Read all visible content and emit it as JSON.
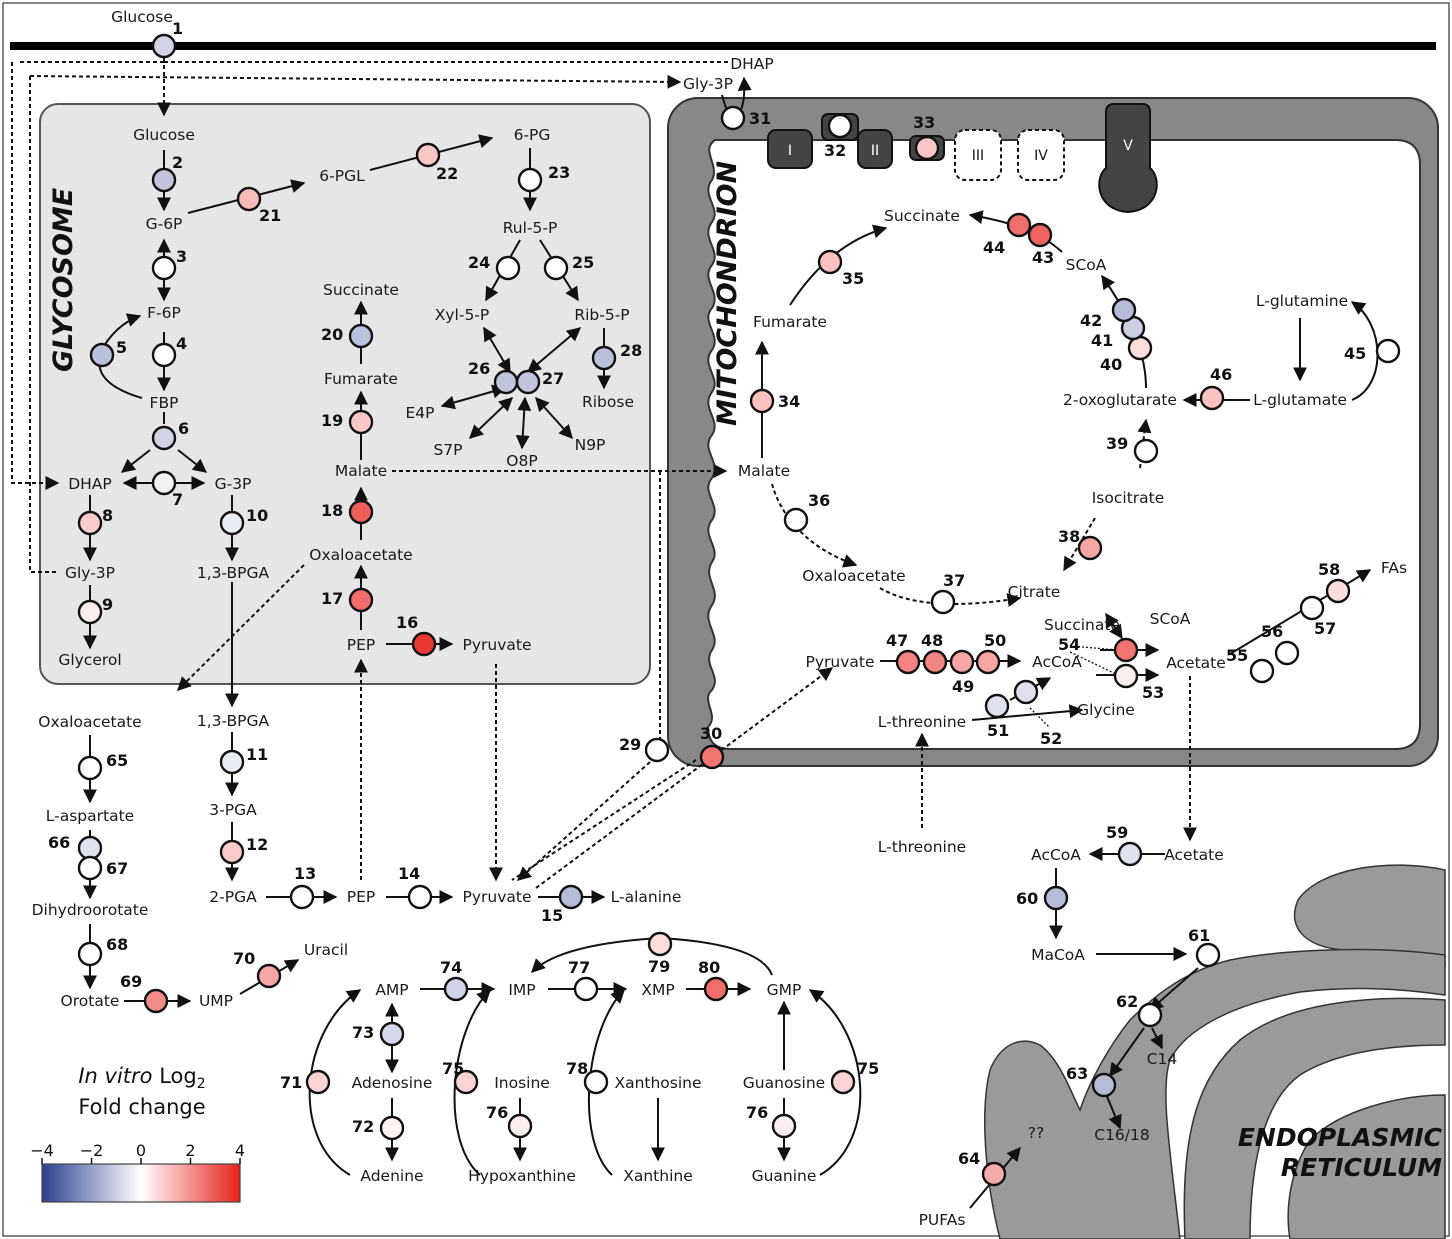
{
  "compartments": {
    "glycosome": "GLYCOSOME",
    "mitochondrion": "MITOCHONDRION",
    "er": [
      "ENDOPLASMIC",
      "RETICULUM"
    ]
  },
  "complexes": [
    "I",
    "II",
    "III",
    "IV",
    "V"
  ],
  "legend": {
    "title_italic": "In vitro",
    "title_rest": "Log",
    "title_sub": "2",
    "title_line2": "Fold change",
    "ticks": [
      "−4",
      "−2",
      "0",
      "2",
      "4"
    ],
    "range": [
      -4,
      4
    ],
    "colors": {
      "low": "#2c3f8f",
      "mid": "#ffffff",
      "high": "#e8221c"
    }
  },
  "metabolites": [
    "Glucose",
    "DHAP",
    "Gly-3P",
    "Glucose",
    "G-6P",
    "6-PGL",
    "6-PG",
    "Rul-5-P",
    "F-6P",
    "FBP",
    "Xyl-5-P",
    "Rib-5-P",
    "Ribose",
    "E4P",
    "S7P",
    "O8P",
    "N9P",
    "Succinate",
    "Fumarate",
    "Malate",
    "Oxaloacetate",
    "PEP",
    "Pyruvate",
    "DHAP",
    "G-3P",
    "1,3-BPGA",
    "Gly-3P",
    "Glycerol",
    "Oxaloacetate",
    "1,3-BPGA",
    "3-PGA",
    "2-PGA",
    "PEP",
    "Pyruvate",
    "L-alanine",
    "L-aspartate",
    "Dihydroorotate",
    "Orotate",
    "UMP",
    "Uracil",
    "AMP",
    "IMP",
    "XMP",
    "GMP",
    "Adenosine",
    "Inosine",
    "Xanthosine",
    "Guanosine",
    "Adenine",
    "Hypoxanthine",
    "Xanthine",
    "Guanine",
    "Succinate",
    "SCoA",
    "Fumarate",
    "Malate",
    "2-oxoglutarate",
    "L-glutamine",
    "L-glutamate",
    "Isocitrate",
    "Oxaloacetate",
    "Citrate",
    "Succinate",
    "SCoA",
    "Pyruvate",
    "AcCoA",
    "Acetate",
    "FAs",
    "L-threonine",
    "Glycine",
    "L-threonine",
    "AcCoA",
    "Acetate",
    "MaCoA",
    "C14",
    "C16/18",
    "??",
    "PUFAs"
  ],
  "enzymes": [
    {
      "n": "1",
      "fc": -0.9
    },
    {
      "n": "2",
      "fc": -1.2
    },
    {
      "n": "3",
      "fc": 0
    },
    {
      "n": "4",
      "fc": 0
    },
    {
      "n": "5",
      "fc": -1.3
    },
    {
      "n": "6",
      "fc": -0.9
    },
    {
      "n": "7",
      "fc": -0.3
    },
    {
      "n": "8",
      "fc": 0.9
    },
    {
      "n": "9",
      "fc": 0.3
    },
    {
      "n": "10",
      "fc": -0.4
    },
    {
      "n": "11",
      "fc": -0.4
    },
    {
      "n": "12",
      "fc": 0.9
    },
    {
      "n": "13",
      "fc": 0
    },
    {
      "n": "14",
      "fc": 0
    },
    {
      "n": "15",
      "fc": -1.4
    },
    {
      "n": "16",
      "fc": 3.6
    },
    {
      "n": "17",
      "fc": 2.6
    },
    {
      "n": "18",
      "fc": 2.9
    },
    {
      "n": "19",
      "fc": 1.0
    },
    {
      "n": "20",
      "fc": -1.3
    },
    {
      "n": "21",
      "fc": 1.2
    },
    {
      "n": "22",
      "fc": 1.0
    },
    {
      "n": "23",
      "fc": 0
    },
    {
      "n": "24",
      "fc": 0
    },
    {
      "n": "25",
      "fc": 0
    },
    {
      "n": "26",
      "fc": -1.2
    },
    {
      "n": "27",
      "fc": -1.2
    },
    {
      "n": "28",
      "fc": -1.3
    },
    {
      "n": "29",
      "fc": 0
    },
    {
      "n": "30",
      "fc": 2.5
    },
    {
      "n": "31",
      "fc": 0
    },
    {
      "n": "32",
      "fc": 0
    },
    {
      "n": "33",
      "fc": 1.0
    },
    {
      "n": "34",
      "fc": 1.1
    },
    {
      "n": "35",
      "fc": 1.1
    },
    {
      "n": "36",
      "fc": 0
    },
    {
      "n": "37",
      "fc": 0
    },
    {
      "n": "38",
      "fc": 1.6
    },
    {
      "n": "39",
      "fc": 0
    },
    {
      "n": "40",
      "fc": 0.6
    },
    {
      "n": "41",
      "fc": -1.0
    },
    {
      "n": "42",
      "fc": -1.4
    },
    {
      "n": "43",
      "fc": 2.8
    },
    {
      "n": "44",
      "fc": 2.6
    },
    {
      "n": "45",
      "fc": 0
    },
    {
      "n": "46",
      "fc": 1.1
    },
    {
      "n": "47",
      "fc": 2.2
    },
    {
      "n": "48",
      "fc": 2.2
    },
    {
      "n": "49",
      "fc": 1.6
    },
    {
      "n": "50",
      "fc": 1.6
    },
    {
      "n": "51",
      "fc": -0.6
    },
    {
      "n": "52",
      "fc": -0.6
    },
    {
      "n": "53",
      "fc": 0.3
    },
    {
      "n": "54",
      "fc": 2.5
    },
    {
      "n": "55",
      "fc": 0
    },
    {
      "n": "56",
      "fc": 0
    },
    {
      "n": "57",
      "fc": 0
    },
    {
      "n": "58",
      "fc": 0.6
    },
    {
      "n": "59",
      "fc": -0.6
    },
    {
      "n": "60",
      "fc": -1.4
    },
    {
      "n": "61",
      "fc": 0
    },
    {
      "n": "62",
      "fc": 0
    },
    {
      "n": "63",
      "fc": -1.4
    },
    {
      "n": "64",
      "fc": 1.5
    },
    {
      "n": "65",
      "fc": 0
    },
    {
      "n": "66",
      "fc": -0.6
    },
    {
      "n": "67",
      "fc": 0
    },
    {
      "n": "68",
      "fc": 0
    },
    {
      "n": "69",
      "fc": 2.1
    },
    {
      "n": "70",
      "fc": 1.6
    },
    {
      "n": "71",
      "fc": 0.8
    },
    {
      "n": "72",
      "fc": 0.2
    },
    {
      "n": "73",
      "fc": -0.8
    },
    {
      "n": "74",
      "fc": -0.9
    },
    {
      "n": "75",
      "fc": 0.8
    },
    {
      "n": "76",
      "fc": 0.3
    },
    {
      "n": "77",
      "fc": 0
    },
    {
      "n": "78",
      "fc": 0
    },
    {
      "n": "79",
      "fc": 0.6
    },
    {
      "n": "80",
      "fc": 2.6
    }
  ]
}
